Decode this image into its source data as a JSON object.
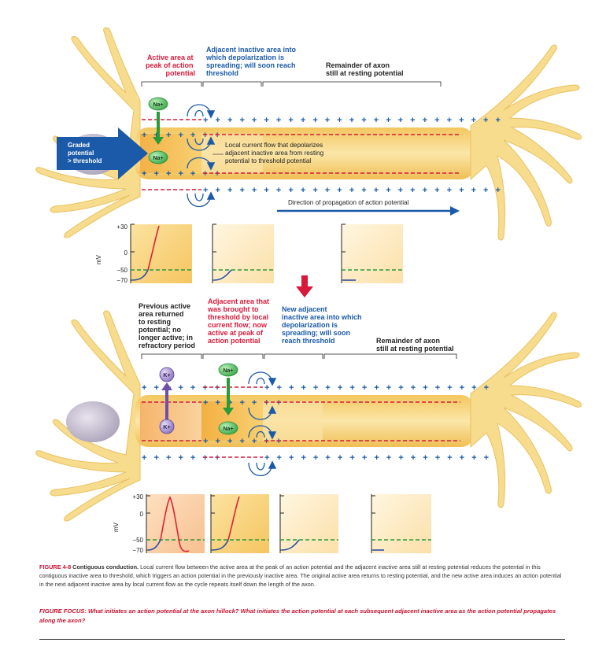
{
  "colors": {
    "label_red": "#d8193a",
    "label_blue": "#1a5aa8",
    "dark": "#222222",
    "axon_yellow": "#f6d98a",
    "plus_minus_blue": "#1a5aa8",
    "minus_red": "#d8193a",
    "na_green": "#3aa84a",
    "k_purple": "#6b4fa8",
    "threshold_green": "#2a9a3a",
    "trace_red": "#e0203a",
    "trace_blue": "#2a4fa8"
  },
  "top_panel": {
    "active_label": "Active area at peak of action potential",
    "adjacent_label": "Adjacent inactive area into which depolarization is spreading; will soon reach threshold",
    "remainder_label": "Remainder of axon still at resting potential",
    "graded_label": "Graded potential > threshold",
    "local_flow_label": "Local current flow that depolarizes adjacent inactive area from resting potential to threshold potential",
    "direction_label": "Direction of propagation of action potential",
    "na_top": "Na+",
    "na_inside": "Na+"
  },
  "graph_axis": {
    "ylabel": "mV",
    "ticks": [
      "+30",
      "0",
      "−50",
      "−70"
    ]
  },
  "bottom_panel": {
    "previous_label": "Previous active area returned to resting potential; no longer active; in refractory period",
    "brought_label": "Adjacent area that was brought to threshold by local current flow; now active at peak of action potential",
    "new_adjacent_label": "New adjacent inactive area into which depolarization is spreading; will soon reach threshold",
    "remainder_label": "Remainder of axon still at resting potential",
    "k_top": "K+",
    "k_inside": "K+",
    "na_top": "Na+",
    "na_inside": "Na+"
  },
  "caption": {
    "figure_number": "FIGURE 4-8",
    "title": "Contiguous conduction.",
    "body": "Local current flow between the active area at the peak of an action potential and the adjacent inactive area still at resting potential reduces the potential in this contiguous inactive area to threshold, which triggers an action potential in the previously inactive area. The original active area returns to resting potential, and the new active area induces an action potential in the next adjacent inactive area by local current flow as the cycle repeats itself down the length of the axon.",
    "focus": "FIGURE FOCUS: What initiates an action potential at the axon hillock? What initiates the action potential at each subsequent adjacent inactive area as the action potential propagates along the axon?"
  }
}
